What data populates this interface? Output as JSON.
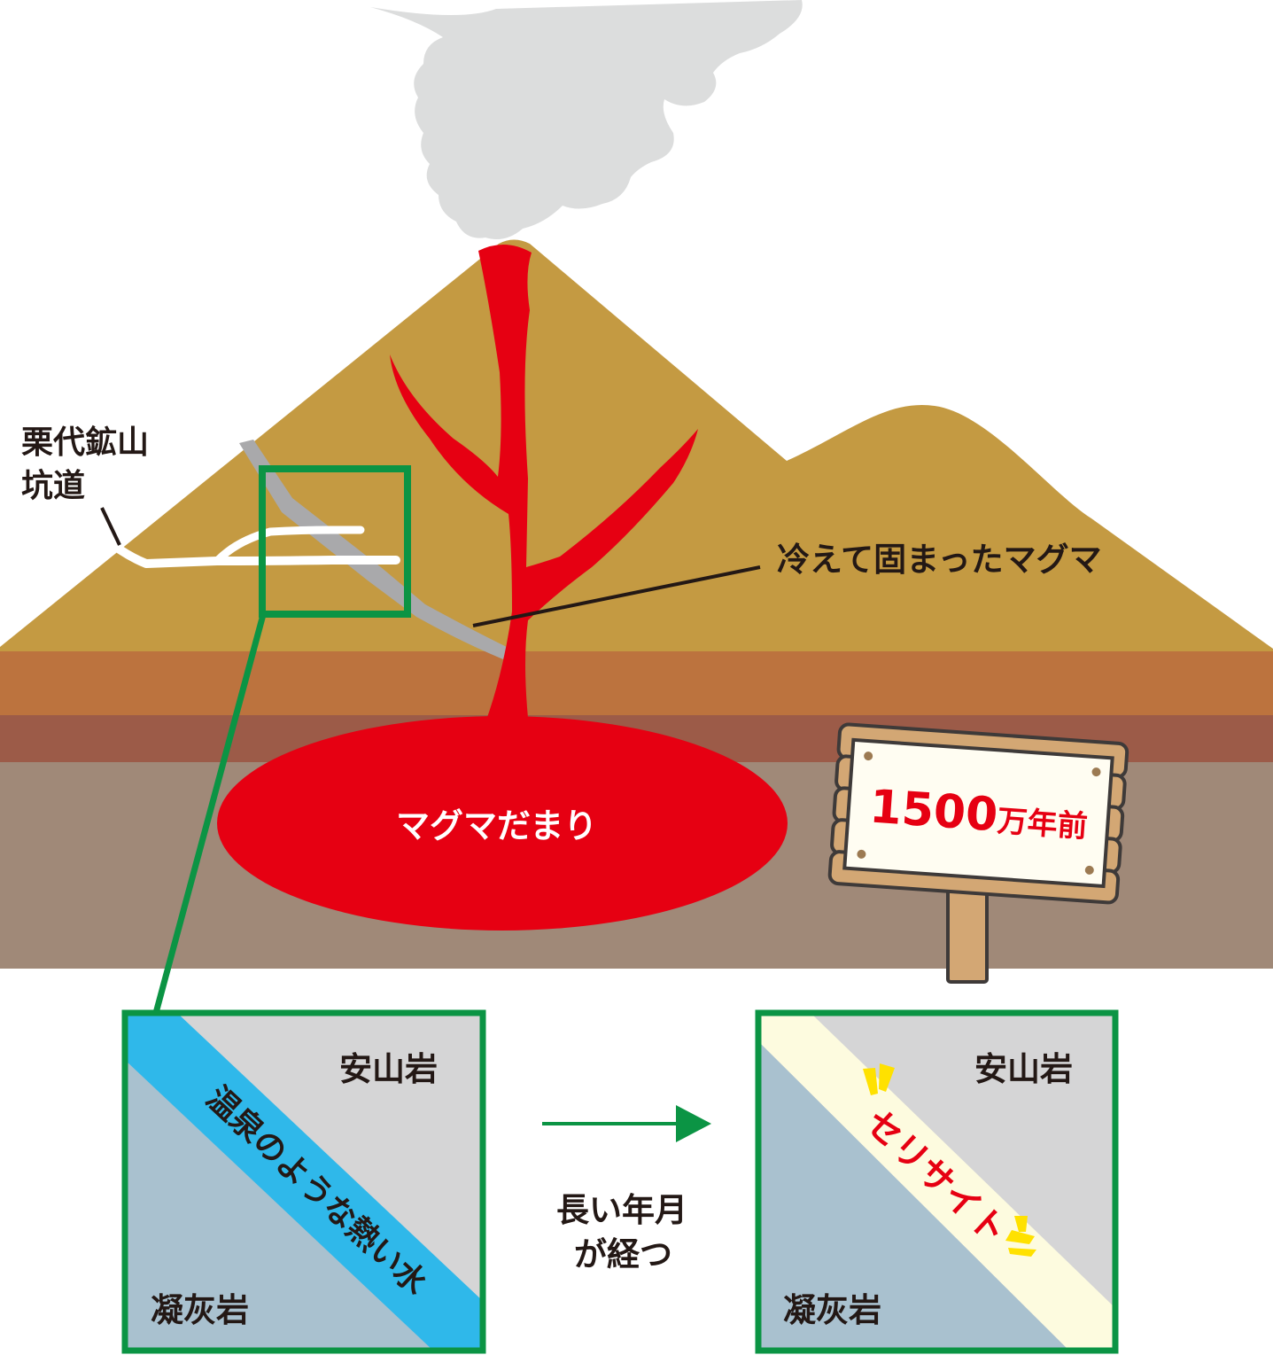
{
  "labels": {
    "mine_name": "栗代鉱山",
    "mine_tunnel": "坑道",
    "cooled_magma": "冷えて固まったマグマ",
    "magma_chamber": "マグマだまり",
    "sign_number": "1500",
    "sign_unit": "万年前",
    "panel_left": {
      "top_rock": "安山岩",
      "bottom_rock": "凝灰岩",
      "vein": "温泉のような熱い水"
    },
    "panel_right": {
      "top_rock": "安山岩",
      "bottom_rock": "凝灰岩",
      "vein": "セリサイト"
    },
    "arrow_line1": "長い年月",
    "arrow_line2": "が経つ"
  },
  "colors": {
    "mountain": "#c49a42",
    "layer_upper": "#bc733e",
    "layer_middle": "#9c5b48",
    "layer_lower": "#a08978",
    "magma": "#e60012",
    "smoke": "#dcdddd",
    "cooled_dike": "#a9a9ab",
    "tunnel": "#ffffff",
    "frame_green": "#0b9444",
    "andesite": "#d5d5d6",
    "tuff": "#a9c1cf",
    "hot_water": "#2fb8ea",
    "sericite": "#fdfbdf",
    "sparkle": "#ffe100",
    "sign_wood": "#d3a774",
    "sign_board": "#fffdf2"
  }
}
